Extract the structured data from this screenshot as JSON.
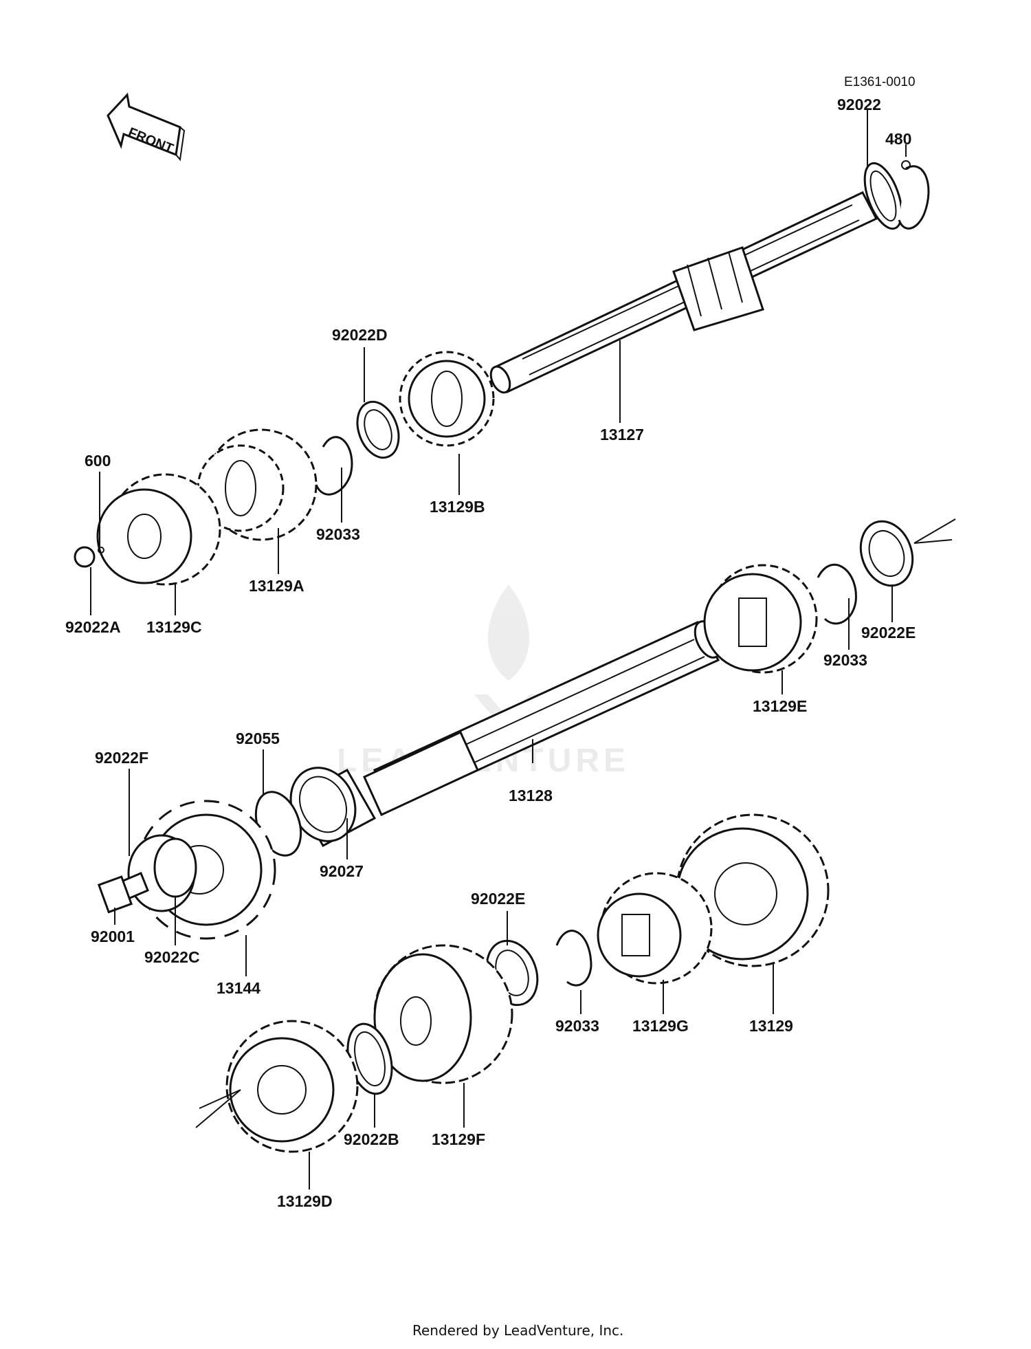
{
  "diagram_code": "E1361-0010",
  "front_arrow": "FRONT",
  "watermark": "LEADVENTURE",
  "footer": "Rendered by LeadVenture, Inc.",
  "parts": [
    {
      "id": "p92022",
      "label": "92022"
    },
    {
      "id": "p480",
      "label": "480"
    },
    {
      "id": "p92022D",
      "label": "92022D"
    },
    {
      "id": "p13127",
      "label": "13127"
    },
    {
      "id": "p600",
      "label": "600"
    },
    {
      "id": "p92033a",
      "label": "92033"
    },
    {
      "id": "p13129B",
      "label": "13129B"
    },
    {
      "id": "p13129A",
      "label": "13129A"
    },
    {
      "id": "p92022A",
      "label": "92022A"
    },
    {
      "id": "p13129C",
      "label": "13129C"
    },
    {
      "id": "p92033b",
      "label": "92033"
    },
    {
      "id": "p92022Ea",
      "label": "92022E"
    },
    {
      "id": "p13129E",
      "label": "13129E"
    },
    {
      "id": "p92055",
      "label": "92055"
    },
    {
      "id": "p92022F",
      "label": "92022F"
    },
    {
      "id": "p13128",
      "label": "13128"
    },
    {
      "id": "p92027",
      "label": "92027"
    },
    {
      "id": "p92001",
      "label": "92001"
    },
    {
      "id": "p92022C",
      "label": "92022C"
    },
    {
      "id": "p92022Eb",
      "label": "92022E"
    },
    {
      "id": "p13144",
      "label": "13144"
    },
    {
      "id": "p92033c",
      "label": "92033"
    },
    {
      "id": "p13129G",
      "label": "13129G"
    },
    {
      "id": "p13129",
      "label": "13129"
    },
    {
      "id": "p92022B",
      "label": "92022B"
    },
    {
      "id": "p13129F",
      "label": "13129F"
    },
    {
      "id": "p13129D",
      "label": "13129D"
    }
  ]
}
